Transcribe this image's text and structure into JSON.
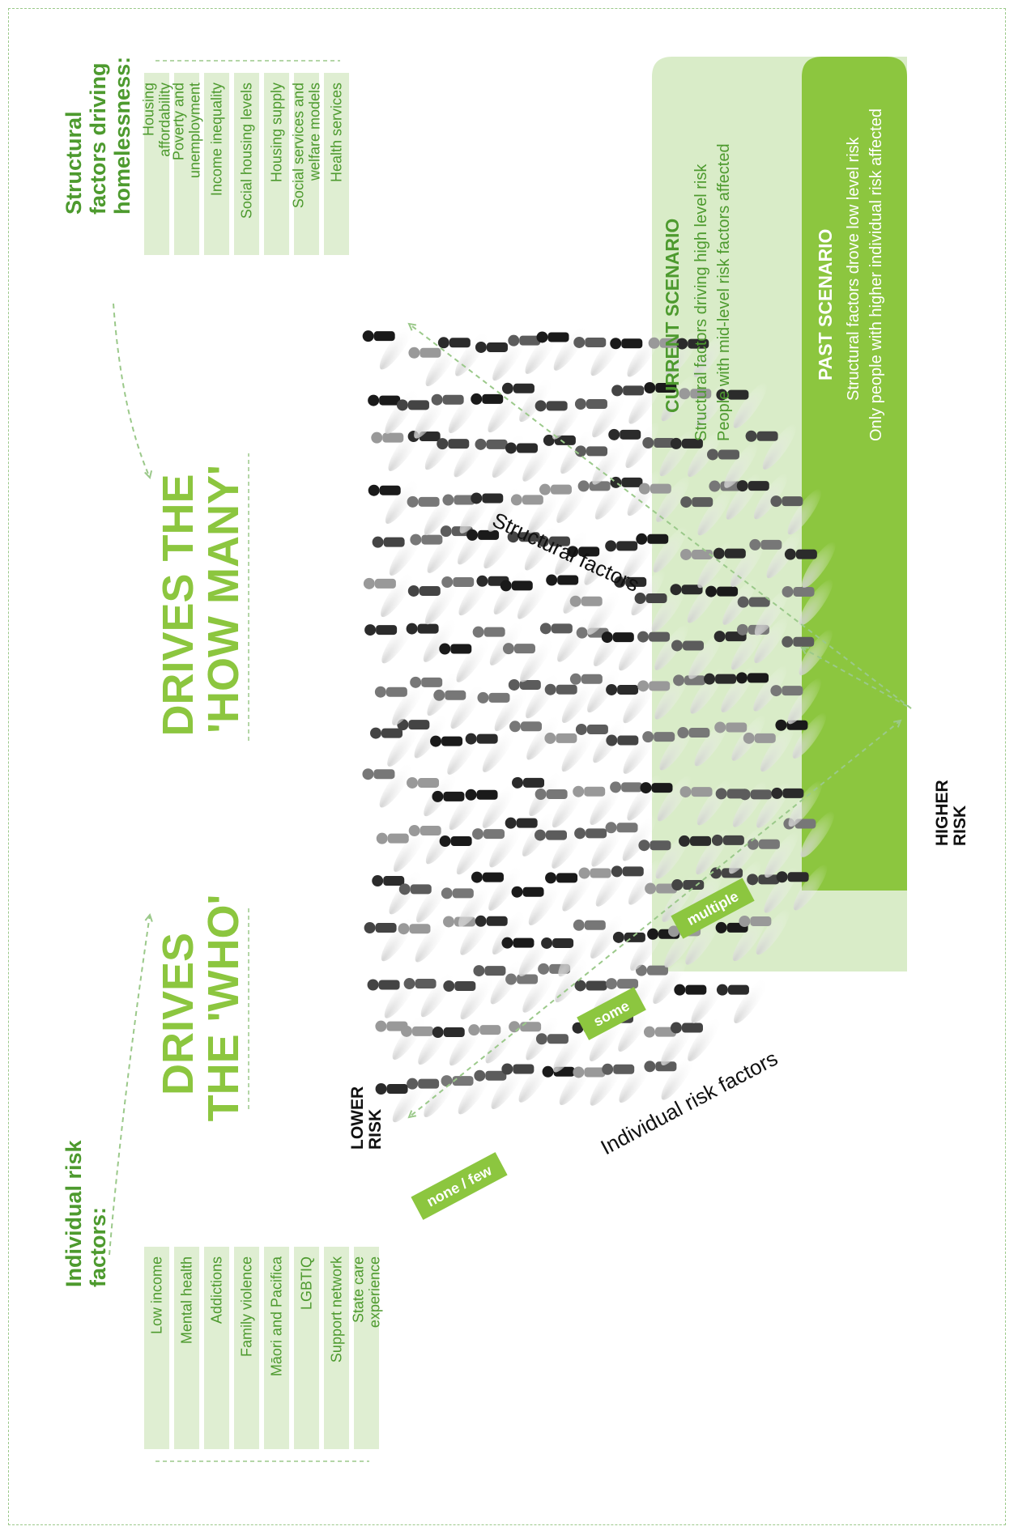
{
  "colors": {
    "accent": "#8cc63f",
    "accent_dark": "#4d9a2e",
    "pale": "#e6f2da",
    "pale2": "#d9ecc8",
    "box": "#dfeed2",
    "dash": "#9bc98a",
    "ink": "#111111",
    "white": "#ffffff"
  },
  "structural": {
    "heading": [
      "Structural",
      "factors driving",
      "homelessness:"
    ],
    "items": [
      [
        "Housing",
        "affordability"
      ],
      [
        "Poverty and",
        "unemployment"
      ],
      [
        "Income inequality"
      ],
      [
        "Social housing levels"
      ],
      [
        "Housing supply"
      ],
      [
        "Social services and",
        "welfare models"
      ],
      [
        "Health services"
      ]
    ]
  },
  "individual": {
    "heading": [
      "Individual risk",
      "factors:"
    ],
    "items": [
      [
        "Low income"
      ],
      [
        "Mental health"
      ],
      [
        "Addictions"
      ],
      [
        "Family violence"
      ],
      [
        "Māori and Pacifica"
      ],
      [
        "LGBTIQ"
      ],
      [
        "Support network"
      ],
      [
        "State care",
        "experience"
      ]
    ]
  },
  "drives_how_many": [
    "DRIVES THE",
    "'HOW MANY'"
  ],
  "drives_who": [
    "DRIVES",
    "THE 'WHO'"
  ],
  "current": {
    "title": "CURRENT SCENARIO",
    "lines": [
      "Structural factors driving high level risk",
      "People with mid-level risk factors affected"
    ]
  },
  "past": {
    "title": "PAST SCENARIO",
    "lines": [
      "Structural factors drove low level risk",
      "Only people with higher individual risk affected"
    ]
  },
  "axis_structural": "Structural factors",
  "axis_individual": "Individual risk factors",
  "risk_levels": [
    "none / few",
    "some",
    "multiple"
  ],
  "lower_risk": [
    "LOWER",
    "RISK"
  ],
  "higher_risk": [
    "HIGHER",
    "RISK"
  ]
}
